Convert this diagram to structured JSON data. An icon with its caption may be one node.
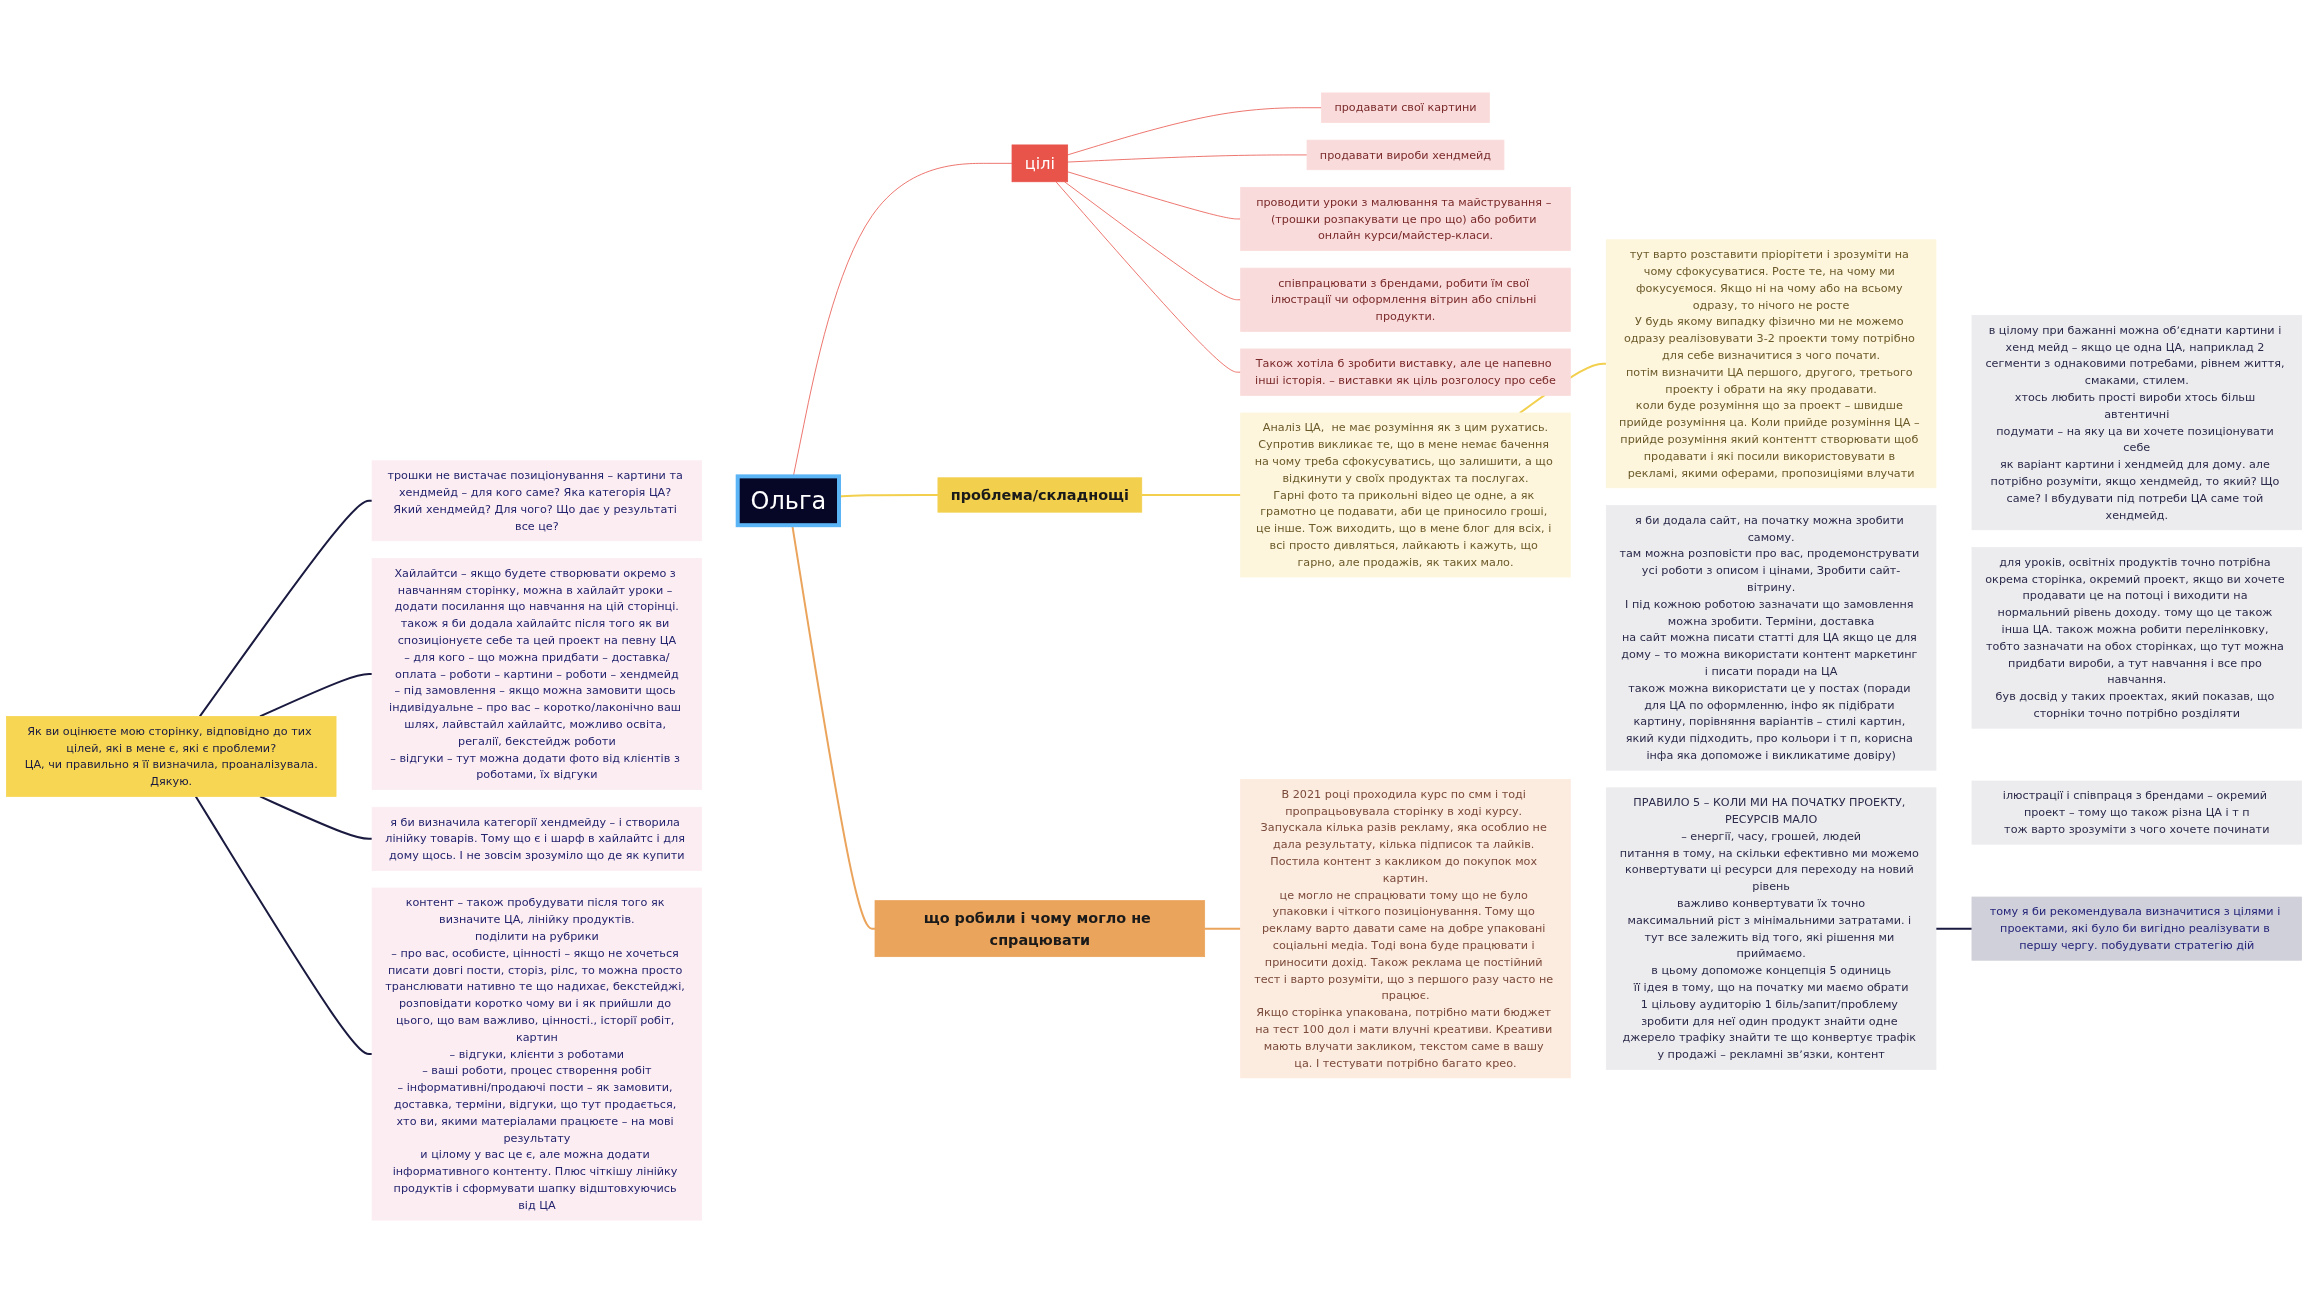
{
  "diagram": {
    "nodes": [
      {
        "text": [
          "Ольга"
        ]
      },
      {
        "text": [
          "цілі"
        ]
      },
      {
        "text": [
          "продавати свої картини"
        ]
      },
      {
        "text": [
          "продавати вироби хендмейд"
        ]
      },
      {
        "text": [
          "проводити уроки з малювання та майстрування – (трошки розпакувати це про що) або робити онлайн курси/майстер-класи."
        ]
      },
      {
        "text": [
          "співпрацювати з брендами, робити їм свої ілюстрації чи оформлення вітрин або спільні продукти."
        ]
      },
      {
        "text": [
          "Також хотіла б зробити виставку, але це напевно інші історія. – виставки як ціль розголосу про себе"
        ]
      },
      {
        "text": [
          "проблема/складнощі"
        ]
      },
      {
        "text": [
          "Аналіз ЦА,  не має розуміння як з цим рухатись.",
          "Супротив викликає те, що в мене немає бачення на чому треба сфокусуватись, що залишити, а що відкинути у своїх продуктах та послугах.",
          "Гарні фото та прикольні відео це одне, а як грамотно це подавати, аби це приносило гроші, це інше. Тож виходить, що в мене блог для всіх, і всі просто дивляться, лайкають і кажуть, що гарно, але продажів, як таких мало."
        ]
      },
      {
        "text": [
          "тут варто розставити пріорітети і зрозуміти на чому сфокусуватися. Росте те, на чому ми фокусуємося. Якщо ні на чому або на всьому одразу, то нічого не росте",
          "У будь якому випадку фізично ми не можемо одразу реалізовувати 3-2 проекти тому потрібно для себе визначитися з чого почати.",
          "потім визначити ЦА першого, другого, третього проекту і обрати на яку продавати.",
          "коли буде розуміння що за проект – швидше прийде розуміння ца. Коли прийде розуміння ЦА – прийде розуміння який контентт створювати щоб продавати і які посили використовувати в рекламі, якими оферами, пропозиціями влучати"
        ]
      },
      {
        "text": [
          "що робили і чому могло не спрацювати"
        ]
      },
      {
        "text": [
          "В 2021 році проходила курс по смм і тоді пропрацьовувала сторінку в ході курсу. Запускала кілька разів рекламу, яка особлио не дала результату, кілька підписок та лайків. Постила контент з какликом до покупок мох картин.",
          "це могло не спрацювати тому що не було упаковки і чіткого позиціонування. Тому що рекламу варто давати саме на добре упаковані соціальні медіа. Тоді вона буде працювати і приносити дохід. Також реклама це постійний тест і варто розуміти, що з першого разу часто не працює.",
          "Якщо сторінка упакована, потрібно мати бюджет на тест 100 дол і мати влучні креативи. Креативи мають влучати закликом, текстом саме в вашу ца. І тестувати потрібно багато крео."
        ]
      },
      {
        "text": [
          "Як ви оцінюєте мою сторінку, відповідно до тих цілей, які в мене є, які є проблеми?",
          "ЦА, чи правильно я її визначила, проаналізувала.",
          "Дякую."
        ]
      },
      {
        "text": [
          "трошки не вистачає позиціонування – картини та хендмейд – для кого саме? Яка категорія ЦА? Який хендмейд? Для чого? Що дає у результаті все це?"
        ]
      },
      {
        "text": [
          "Хайлайтси – якщо будете створювати окремо з навчанням сторінку, можна в хайлайт уроки – додати посилання що навчання на цій сторінці.",
          "також я би додала хайлайтс після того як ви спозиціонуєте себе та цей проект на певну ЦА",
          "– для кого – що можна придбати – доставка/оплата – роботи – картини – роботи – хендмейд",
          "– під замовлення – якщо можна замовити щось індивідуальне – про вас – коротко/лаконічно ваш шлях, лайвстайл хайлайтс, можливо освіта, регалії, бекстейдж роботи",
          "– відгуки – тут можна додати фото від клієнтів з роботами, їх відгуки"
        ]
      },
      {
        "text": [
          "я би визначила категорії хендмейду – і створила лінійку товарів. Тому що є і шарф в хайлайтс і для дому щось. І не зовсім зрозуміло що де як купити"
        ]
      },
      {
        "text": [
          "контент – також пробудувати після того як визначите ЦА, лінійку продуктів.",
          "поділити на рубрики",
          "– про вас, особисте, цінності – якщо не хочеться писати довгі пости, сторіз, рілс, то можна просто транслювати нативно те що надихає, бекстейджі, розповідати коротко чому ви і як прийшли до цього, що вам важливо, цінності., історії робіт, картин",
          "– відгуки, клієнти з роботами",
          "– ваші роботи, процес створення робіт",
          "– інформативні/продаючі пости – як замовити, доставка, терміни, відгуки, що тут продається, хто ви, якими матеріалами працюєте – на мові результату",
          "и цілому у вас це є, але можна додати інформативного контенту. Плюс чіткішу лінійку продуктів і сформувати шапку відштовхуючись від ЦА"
        ]
      },
      {
        "text": [
          "я би додала сайт, на початку можна зробити самому.",
          "там можна розповісти про вас, продемонструвати усі роботи з описом і цінами, Зробити сайт-вітрину.",
          "І під кожною роботою зазначати що замовлення можна зробити. Терміни, доставка",
          "на сайт можна писати статті для ЦА якщо це для дому – то можна використати контент маркетинг і писати поради на ЦА",
          "також можна використати це у постах (поради для ЦА по оформленню, інфо як підібрати картину, порівняння варіантів – стилі картин, який куди підходить, про кольори і т п, корисна інфа яка допоможе і викликатиме довіру)"
        ]
      },
      {
        "text": [
          "в цілому при бажанні можна обʼєднати картини і хенд мейд – якщо це одна ЦА, наприклад 2 сегменти з однаковими потребами, рівнем життя, смаками, стилем.",
          "хтось любить прості вироби хтось більш автентичні",
          "подумати – на яку ца ви хочете позиціонувати себе",
          "як варіант картини і хендмейд для дому. але потрібно розуміти, якщо хендмейд, то який? Що саме? І вбудувати під потреби ЦА саме той хендмейд."
        ]
      },
      {
        "text": [
          "для уроків, освітніх продуктів точно потрібна окрема сторінка, окремий проект, якщо ви хочете продавати це на потоці і виходити на нормальний рівень доходу. тому що це також інша ЦА. також можна робити перелінковку, тобто зазначати на обох сторінках, що тут можна придбати вироби, а тут навчання і все про навчання.",
          "був досвід у таких проектах, який показав, що сторніки точно потрібно розділяти"
        ]
      },
      {
        "text": [
          "ілюстрації і співпраця з брендами – окремий проект – тому що також різна ЦА і т п",
          "тож варто зрозуміти з чого хочете починати"
        ]
      },
      {
        "text": [
          "ПРАВИЛО 5 – КОЛИ МИ НА ПОЧАТКУ ПРОЕКТУ, РЕСУРСІВ МАЛО",
          "– енергії, часу, грошей, людей",
          "питання в тому, на скільки ефективно ми можемо конвертувати ці ресурси для переходу на новий рівень",
          "важливо конвертувати їх точно",
          "максимальний ріст з мінімальними затратами. і тут все залежить від того, які рішення ми приймаємо.",
          "в цьому допоможе концепція 5 одиниць",
          "її ідея в тому, що на початку ми маємо обрати",
          "1 цільову аудиторію 1 біль/запит/проблему зробити для неї один продукт знайти одне джерело трафіку знайти те що конвертує трафік у продажі – рекламні звʼязки, контент"
        ]
      },
      {
        "text": [
          "тому я би рекомендувала визначитися з цілями і проектами, які було би вигідно реалізувати в першу чергу. побудувати стратегію дій"
        ]
      }
    ],
    "edges": [
      {
        "from": 0,
        "to": 1,
        "arrow": "none"
      },
      {
        "from": 1,
        "to": 2,
        "arrow": "none"
      },
      {
        "from": 1,
        "to": 3,
        "arrow": "none"
      },
      {
        "from": 1,
        "to": 4,
        "arrow": "none"
      },
      {
        "from": 1,
        "to": 5,
        "arrow": "none"
      },
      {
        "from": 1,
        "to": 6,
        "arrow": "none"
      },
      {
        "from": 0,
        "to": 7,
        "arrow": "none",
        "color": "#f2d04e"
      },
      {
        "from": 7,
        "to": 8,
        "arrow": "none",
        "color": "#f2d04e"
      },
      {
        "from": 8,
        "to": 9,
        "arrow": "none",
        "color": "#f2d04e"
      },
      {
        "from": 0,
        "to": 10,
        "arrow": "none",
        "color": "#eba45c"
      },
      {
        "from": 10,
        "to": 11,
        "arrow": "none",
        "color": "#eba45c"
      },
      {
        "from": 12,
        "to": 13,
        "arrow": "none",
        "color": "#1a1a40"
      },
      {
        "from": 12,
        "to": 14,
        "arrow": "none",
        "color": "#1a1a40"
      },
      {
        "from": 12,
        "to": 15,
        "arrow": "none",
        "color": "#1a1a40"
      },
      {
        "from": 12,
        "to": 16,
        "arrow": "none",
        "color": "#1a1a40"
      },
      {
        "from": 21,
        "to": 22,
        "arrow": "none",
        "color": "#1a1a40"
      }
    ]
  }
}
